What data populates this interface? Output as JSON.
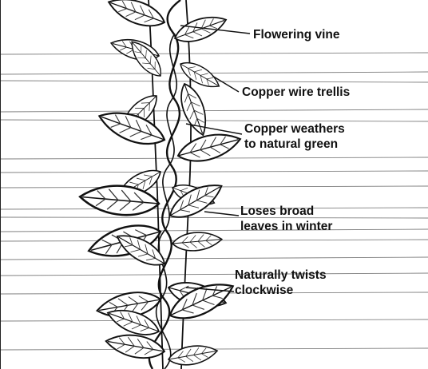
{
  "labels": {
    "flowering_vine": "Flowering vine",
    "copper_wire": "Copper wire trellis",
    "copper_weathers_1": "Copper weathers",
    "copper_weathers_2": "to natural green",
    "loses_leaves_1": "Loses broad",
    "loses_leaves_2": "leaves in winter",
    "twists_1": "Naturally twists",
    "twists_2": "clockwise"
  }
}
